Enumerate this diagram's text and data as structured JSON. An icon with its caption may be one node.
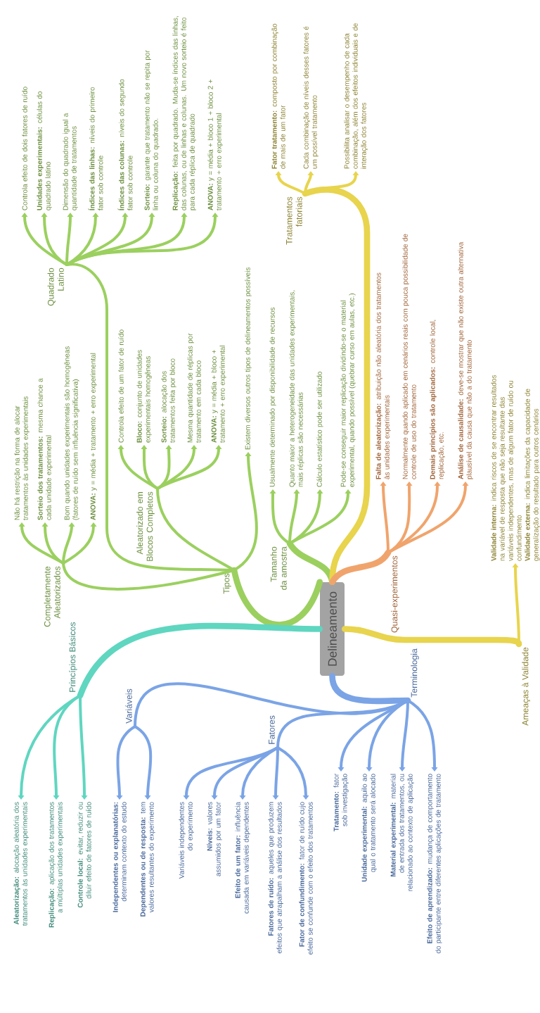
{
  "diagram": {
    "nodes": [
      {
        "text": [
          "Delineamento"
        ]
      },
      {
        "text": [
          "Tipos"
        ]
      },
      {
        "text": [
          "Completamente Aleatorizados"
        ]
      },
      {
        "text": [
          "Não há restrição na forma de alocar tratamentos às unidades experimentais"
        ]
      },
      {
        "text": [
          "**Sorteio dos tratamentos:** mesma chance a cada unidade experimental"
        ]
      },
      {
        "text": [
          "Bom quando unidades experimentais são homogêneas (fatores de ruído sem influência significativa)"
        ]
      },
      {
        "text": [
          "**ANOVA:** y = média + tratamento + erro experimental"
        ]
      },
      {
        "text": [
          "Aleatorizado em Blocos Completos"
        ]
      },
      {
        "text": [
          "Controla efeito de um fator de ruído"
        ]
      },
      {
        "text": [
          "**Bloco:** conjunto de unidades experimentais homogêneas"
        ]
      },
      {
        "text": [
          "**Sorteio:** alocação dos tratamentos feita por bloco"
        ]
      },
      {
        "text": [
          "Mesma quantidade de réplicas por tratamento em cada bloco"
        ]
      },
      {
        "text": [
          "**ANOVA:** y = média + bloco + tratamento + erro experimental"
        ]
      },
      {
        "text": [
          "Quadrado Latino"
        ]
      },
      {
        "text": [
          "Controla efeito de dois fatores de ruído"
        ]
      },
      {
        "text": [
          "**Unidades experimentais:** células do quadrado latino"
        ]
      },
      {
        "text": [
          "Dimensão do quadrado igual a quantidade de tratamentos"
        ]
      },
      {
        "text": [
          "**Índices das linhas:** níveis do primeiro fator sob controle"
        ]
      },
      {
        "text": [
          "**Índices das colunas:** níveis do segundo fator sob controle"
        ]
      },
      {
        "text": [
          "**Sorteio:** garante que tratamento não se repita por linha ou coluna do quadrado."
        ]
      },
      {
        "text": [
          "**Replicação:** feita por quadrado. Muda-se índices das linhas, das colunas, ou de linhas e colunas. Um novo sorteio é feito para cada réplica de quadrado"
        ]
      },
      {
        "text": [
          "**ANOVA:** y = média + bloco 1 + bloco 2 + tratamento + erro experimental"
        ]
      },
      {
        "text": [
          "Existem diversos outros tipos de delineamentos possíveis"
        ]
      },
      {
        "text": [
          "Tamanho da amostra"
        ]
      },
      {
        "text": [
          "Usualmente determinado por disponibilidade de recursos"
        ]
      },
      {
        "text": [
          "Quanto maior a heterogeneidade das unidades experimentais, mais réplicas são necessárias"
        ]
      },
      {
        "text": [
          "Cálculo estatístico pode ser utilizado"
        ]
      },
      {
        "text": [
          "Pode-se conseguir maior replicação dividindo-se o material experimental, quando possível (quebrar curso em aulas, etc.)"
        ]
      },
      {
        "text": [
          "Tratamentos fatoriais"
        ]
      },
      {
        "text": [
          "**Fator tratamento:** composto por combinação de mais de um fator"
        ]
      },
      {
        "text": [
          "Cada combinação de níveis desses fatores é um possível tratamento"
        ]
      },
      {
        "text": [
          "Possibilita analisar o desempenho de cada combinação, além dos efeitos individuais e de interação dos fatores"
        ]
      },
      {
        "text": [
          "Quasi-experimentos"
        ]
      },
      {
        "text": [
          "**Falta de aleatorização:** atribuição não aleatória dos tratamentos às unidades experimentais"
        ]
      },
      {
        "text": [
          "Normalmente quando aplicado em cenários reais com pouca possibilidade de controle de uso do tratamento"
        ]
      },
      {
        "text": [
          "**Demais princípios são aplicados:** controle local, replicação, etc."
        ]
      },
      {
        "text": [
          "**Análise de causalidade:** deve-se mostrar que não existe outra alternativa plausível da causa que não a do tratamento"
        ]
      },
      {
        "text": [
          "Ameaças à Validade"
        ]
      },
      {
        "text": [
          "**Validade interna:** indica riscos de se encontrar resultados na variável de resposta que não seja resultante das variáveis independentes, mas de algum fator de ruído ou confundimento",
          "**Validade externa:** indica limitações da capacidade de generalização do resultado para outros cenários"
        ]
      },
      {
        "text": [
          "Princípios Básicos"
        ]
      },
      {
        "text": [
          "**Aleatorização:** alocação aleatória dos tratamentos às unidades experimentais"
        ]
      },
      {
        "text": [
          "**Replicação:** aplicação dos tratamentos a múltiplas unidades experimentais"
        ]
      },
      {
        "text": [
          "**Controle local:** evitar, reduzir ou diluir efeito de fatores de ruído"
        ]
      },
      {
        "text": [
          "Terminologia"
        ]
      },
      {
        "text": [
          "Variáveis"
        ]
      },
      {
        "text": [
          "**Independentes ou explanatórias:** determinam contexto do estudo"
        ]
      },
      {
        "text": [
          "**Dependentes ou de resposta:** tem valores resultantes do experimento"
        ]
      },
      {
        "text": [
          "Fatores"
        ]
      },
      {
        "text": [
          "Variáveis independentes do experimento"
        ]
      },
      {
        "text": [
          "**Níveis:** valores assumidos por um fator"
        ]
      },
      {
        "text": [
          "**Efeito de um fator:** influência causada em variáveis dependentes"
        ]
      },
      {
        "text": [
          "**Fatores de ruído:** aqueles que produzem efeitos que atrapalham a análise dos resultados"
        ]
      },
      {
        "text": [
          "**Fator de confundimento:** fator de ruído cujo efeito se confunde com o efeito dos tratamentos"
        ]
      },
      {
        "text": [
          "**Tratamento:** fator sob investigação"
        ]
      },
      {
        "text": [
          "**Unidade experimental:** aquilo ao qual o tratamento será alocado"
        ]
      },
      {
        "text": [
          "**Material experimental:** material de entrada dos tratamentos, ou relacionado ao contexto de aplicação"
        ]
      },
      {
        "text": [
          "**Efeito de aprendizado:** mudança de comportamento do participante entre diferentes aplicações de tratamento"
        ]
      }
    ],
    "edges": [
      {
        "from": 0,
        "to": 1,
        "arrow": "none",
        "style": "thick"
      },
      {
        "from": 1,
        "to": 2,
        "arrow": "none"
      },
      {
        "from": 2,
        "to": 3,
        "arrow": "to"
      },
      {
        "from": 2,
        "to": 4,
        "arrow": "to"
      },
      {
        "from": 2,
        "to": 5,
        "arrow": "to"
      },
      {
        "from": 2,
        "to": 6,
        "arrow": "to"
      },
      {
        "from": 1,
        "to": 7,
        "arrow": "none"
      },
      {
        "from": 7,
        "to": 8,
        "arrow": "to"
      },
      {
        "from": 7,
        "to": 9,
        "arrow": "to"
      },
      {
        "from": 7,
        "to": 10,
        "arrow": "to"
      },
      {
        "from": 7,
        "to": 11,
        "arrow": "to"
      },
      {
        "from": 7,
        "to": 12,
        "arrow": "to"
      },
      {
        "from": 1,
        "to": 13,
        "arrow": "none"
      },
      {
        "from": 13,
        "to": 14,
        "arrow": "to"
      },
      {
        "from": 13,
        "to": 15,
        "arrow": "to"
      },
      {
        "from": 13,
        "to": 16,
        "arrow": "to"
      },
      {
        "from": 13,
        "to": 17,
        "arrow": "to"
      },
      {
        "from": 13,
        "to": 18,
        "arrow": "to"
      },
      {
        "from": 13,
        "to": 19,
        "arrow": "to"
      },
      {
        "from": 13,
        "to": 20,
        "arrow": "to"
      },
      {
        "from": 13,
        "to": 21,
        "arrow": "to"
      },
      {
        "from": 1,
        "to": 22,
        "arrow": "to"
      },
      {
        "from": 0,
        "to": 23,
        "arrow": "none",
        "style": "thick"
      },
      {
        "from": 23,
        "to": 24,
        "arrow": "to"
      },
      {
        "from": 23,
        "to": 25,
        "arrow": "to"
      },
      {
        "from": 23,
        "to": 26,
        "arrow": "to"
      },
      {
        "from": 23,
        "to": 27,
        "arrow": "to"
      },
      {
        "from": 0,
        "to": 28,
        "arrow": "none",
        "style": "thick",
        "color": "#e8d44d"
      },
      {
        "from": 28,
        "to": 29,
        "arrow": "to",
        "color": "#e8d44d"
      },
      {
        "from": 28,
        "to": 30,
        "arrow": "to",
        "color": "#e8d44d"
      },
      {
        "from": 28,
        "to": 31,
        "arrow": "to",
        "color": "#e8d44d"
      },
      {
        "from": 0,
        "to": 32,
        "arrow": "none",
        "style": "thick",
        "color": "#f0a46c"
      },
      {
        "from": 32,
        "to": 33,
        "arrow": "to",
        "color": "#f0a46c"
      },
      {
        "from": 32,
        "to": 34,
        "arrow": "to",
        "color": "#f0a46c"
      },
      {
        "from": 32,
        "to": 35,
        "arrow": "to",
        "color": "#f0a46c"
      },
      {
        "from": 32,
        "to": 36,
        "arrow": "to",
        "color": "#f0a46c"
      },
      {
        "from": 0,
        "to": 37,
        "arrow": "none",
        "style": "thick",
        "color": "#e8d44d"
      },
      {
        "from": 37,
        "to": 38,
        "arrow": "to",
        "color": "#e8d44d"
      },
      {
        "from": 0,
        "to": 39,
        "arrow": "none",
        "style": "thick",
        "color": "#5fd6c0"
      },
      {
        "from": 39,
        "to": 40,
        "arrow": "to",
        "color": "#5fd6c0"
      },
      {
        "from": 39,
        "to": 41,
        "arrow": "to",
        "color": "#5fd6c0"
      },
      {
        "from": 39,
        "to": 42,
        "arrow": "to",
        "color": "#5fd6c0"
      },
      {
        "from": 0,
        "to": 43,
        "arrow": "none",
        "style": "thick",
        "color": "#7ba4e6"
      },
      {
        "from": 43,
        "to": 44,
        "arrow": "none",
        "color": "#7ba4e6"
      },
      {
        "from": 44,
        "to": 45,
        "arrow": "to",
        "color": "#7ba4e6"
      },
      {
        "from": 44,
        "to": 46,
        "arrow": "to",
        "color": "#7ba4e6"
      },
      {
        "from": 43,
        "to": 47,
        "arrow": "none",
        "color": "#7ba4e6"
      },
      {
        "from": 47,
        "to": 48,
        "arrow": "to",
        "color": "#7ba4e6"
      },
      {
        "from": 47,
        "to": 49,
        "arrow": "to",
        "color": "#7ba4e6"
      },
      {
        "from": 47,
        "to": 50,
        "arrow": "to",
        "color": "#7ba4e6"
      },
      {
        "from": 47,
        "to": 51,
        "arrow": "to",
        "color": "#7ba4e6"
      },
      {
        "from": 47,
        "to": 52,
        "arrow": "to",
        "color": "#7ba4e6"
      },
      {
        "from": 43,
        "to": 53,
        "arrow": "to",
        "color": "#7ba4e6"
      },
      {
        "from": 43,
        "to": 54,
        "arrow": "to",
        "color": "#7ba4e6"
      },
      {
        "from": 43,
        "to": 55,
        "arrow": "to",
        "color": "#7ba4e6"
      },
      {
        "from": 43,
        "to": 56,
        "arrow": "to",
        "color": "#7ba4e6"
      }
    ]
  }
}
